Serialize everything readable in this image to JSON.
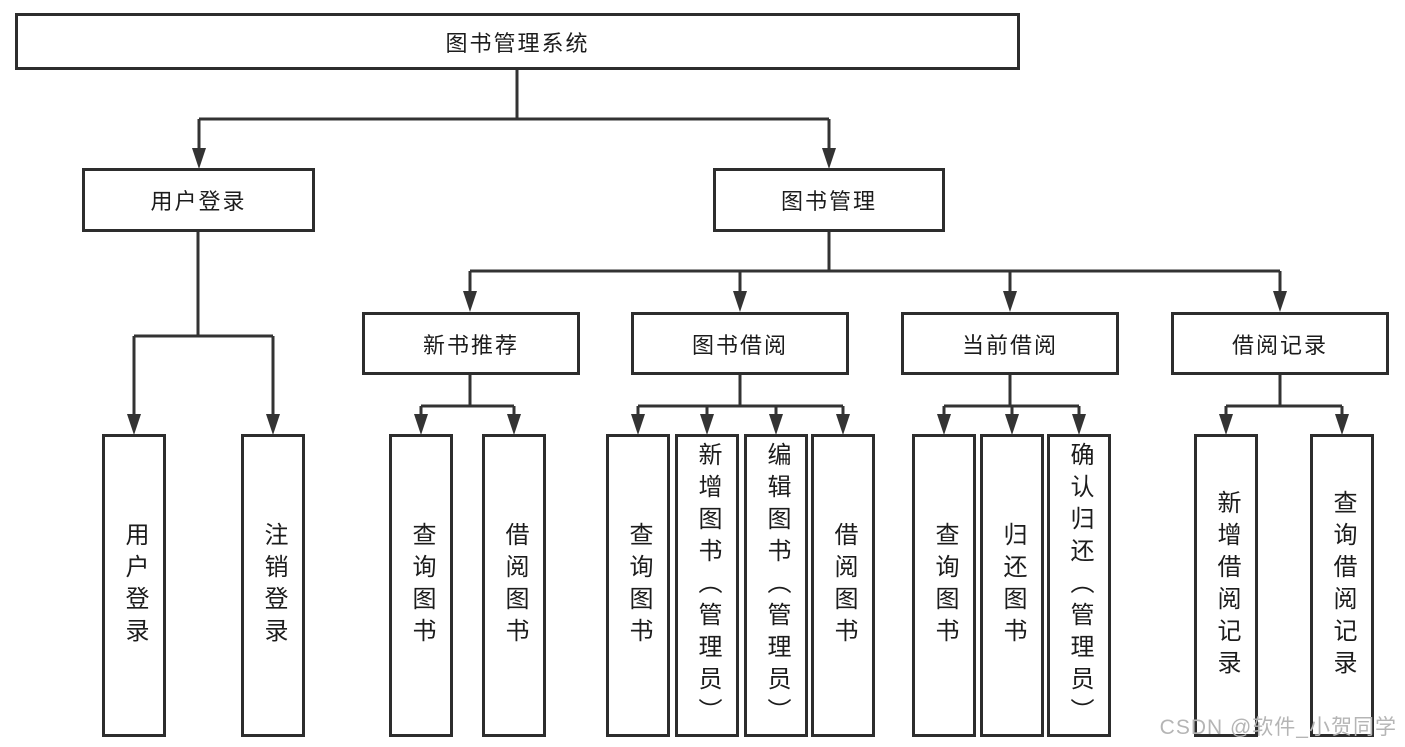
{
  "tree": {
    "label": "图书管理系统",
    "children": [
      {
        "label": "用户登录",
        "children": [
          {
            "label": "用户登录"
          },
          {
            "label": "注销登录"
          }
        ]
      },
      {
        "label": "图书管理",
        "children": [
          {
            "label": "新书推荐",
            "children": [
              {
                "label": "查询图书"
              },
              {
                "label": "借阅图书"
              }
            ]
          },
          {
            "label": "图书借阅",
            "children": [
              {
                "label": "查询图书"
              },
              {
                "label": "新增图书（管理员）"
              },
              {
                "label": "编辑图书（管理员）"
              },
              {
                "label": "借阅图书"
              }
            ]
          },
          {
            "label": "当前借阅",
            "children": [
              {
                "label": "查询图书"
              },
              {
                "label": "归还图书"
              },
              {
                "label": "确认归还（管理员）"
              }
            ]
          },
          {
            "label": "借阅记录",
            "children": [
              {
                "label": "新增借阅记录"
              },
              {
                "label": "查询借阅记录"
              }
            ]
          }
        ]
      }
    ]
  },
  "watermark": "CSDN @软件_小贺同学",
  "colors": {
    "line": "#333333",
    "box_border": "#2d2d2d",
    "text": "#1c1c1c",
    "watermark": "#b5b5b5",
    "background": "#ffffff"
  }
}
